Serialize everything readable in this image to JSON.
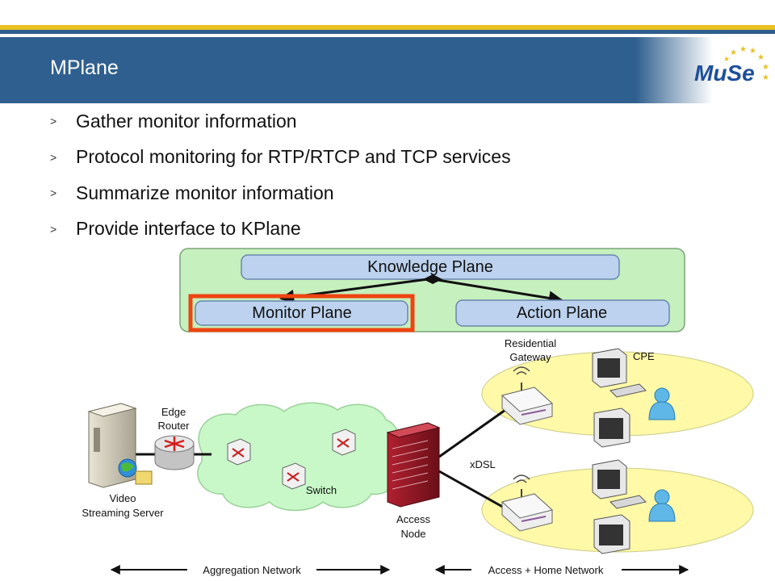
{
  "slide": {
    "title": "MPlane"
  },
  "logo": {
    "text": "MuSe"
  },
  "bullets": [
    {
      "marker": ">",
      "text": "Gather monitor information"
    },
    {
      "marker": ">",
      "text": "Protocol monitoring for RTP/RTCP and TCP services"
    },
    {
      "marker": ">",
      "text": "Summarize monitor information"
    },
    {
      "marker": ">",
      "text": "Provide interface to KPlane"
    }
  ],
  "planes": {
    "knowledge": "Knowledge Plane",
    "monitor": "Monitor Plane",
    "action": "Action Plane"
  },
  "network": {
    "edge_router": [
      "Edge",
      "Router"
    ],
    "video_server": [
      "Video",
      "Streaming Server"
    ],
    "switch": "Switch",
    "access_node": [
      "Access",
      "Node"
    ],
    "xdsl": "xDSL",
    "residential_gateway": [
      "Residential",
      "Gateway"
    ],
    "cpe": "CPE",
    "aggregation_network": "Aggregation Network",
    "access_home_network": "Access + Home Network"
  },
  "colors": {
    "header_blue": "#2f5f8f",
    "gold": "#e8c224",
    "plane_fill": "#bcd2ee",
    "plane_container": "#c6f0bd",
    "highlight": "#ee4411",
    "cloud": "#c8f7c8",
    "home_ellipse": "#fff9a8"
  }
}
